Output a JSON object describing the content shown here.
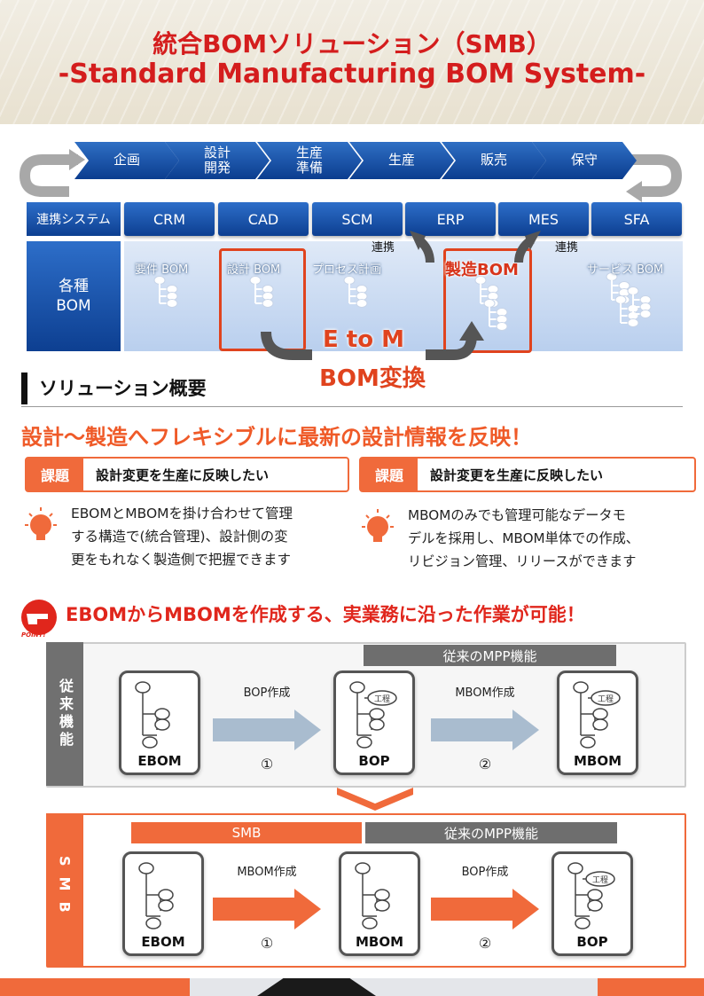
{
  "header": {
    "title": "統合BOMソリューション（SMB）",
    "subtitle": "-Standard Manufacturing BOM System-"
  },
  "process": {
    "steps": [
      "企画",
      "設計\n開発",
      "生産\n準備",
      "生産",
      "販売",
      "保守"
    ]
  },
  "systems": {
    "label": "連携システム",
    "items": [
      "CRM",
      "CAD",
      "SCM",
      "ERP",
      "MES",
      "SFA"
    ]
  },
  "bom": {
    "label": "各種\nBOM",
    "types": [
      "要件 BOM",
      "設計 BOM",
      "プロセス計画",
      "製造BOM",
      "サービス BOM"
    ],
    "link_left": "連携",
    "link_right": "連携",
    "convert_line1": "E to M",
    "convert_line2": "BOM変換"
  },
  "overview": {
    "heading": "ソリューション概要",
    "headline": "設計～製造へフレキシブルに最新の設計情報を反映！",
    "issues": [
      {
        "tag": "課題",
        "text": "設計変更を生産に反映したい",
        "body": "EBOMとMBOMを掛け合わせて管理\nする構造で(統合管理)、設計側の変\n更をもれなく製造側で把握できます"
      },
      {
        "tag": "課題",
        "text": "設計変更を生産に反映したい",
        "body": "MBOMのみでも管理可能なデータモ\nデルを採用し、MBOM単体での作成、\nリビジョン管理、リリースができます"
      }
    ]
  },
  "point": {
    "badge": "POINT!",
    "headline": "EBOMからMBOMを作成する、実業務に沿った作業が可能！"
  },
  "flow_old": {
    "side": "従来機能",
    "bar": "従来のMPP機能",
    "cards": [
      "EBOM",
      "BOP",
      "MBOM"
    ],
    "arrows": [
      {
        "label": "BOP作成",
        "num": "①"
      },
      {
        "label": "MBOM作成",
        "num": "②"
      }
    ],
    "node_tag": "工程"
  },
  "flow_new": {
    "side": "SMB",
    "bar_smb": "SMB",
    "bar_old": "従来のMPP機能",
    "cards": [
      "EBOM",
      "MBOM",
      "BOP"
    ],
    "arrows": [
      {
        "label": "MBOM作成",
        "num": "①"
      },
      {
        "label": "BOP作成",
        "num": "②"
      }
    ],
    "node_tag": "工程"
  },
  "colors": {
    "accent": "#ef5a28",
    "blue": "#0b3d8f",
    "red": "#d41d1d",
    "gray": "#6e6e6e"
  }
}
